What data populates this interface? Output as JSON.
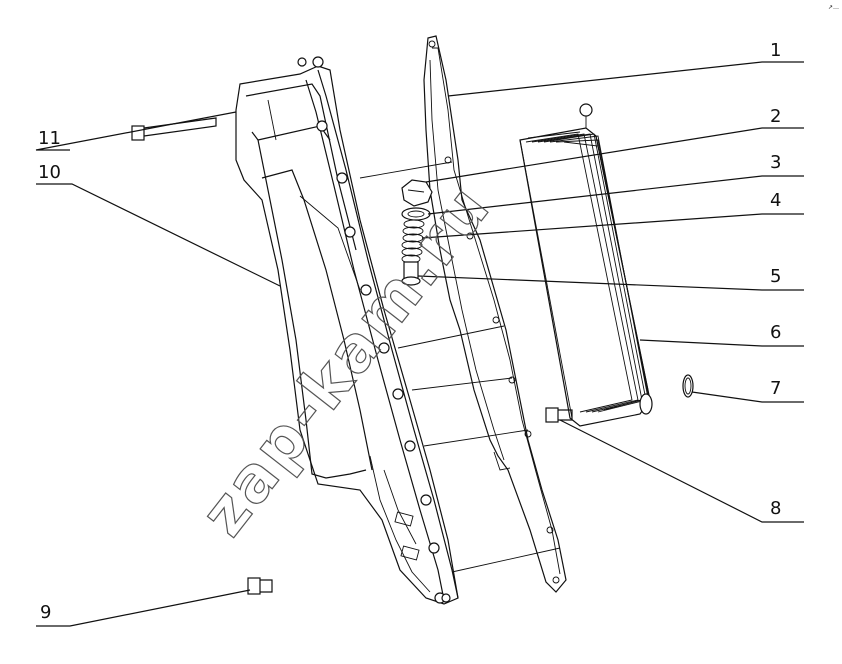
{
  "diagram": {
    "corner_mark": "↗…",
    "watermark": "zap-kam.ru",
    "callouts": [
      "1",
      "2",
      "3",
      "4",
      "5",
      "6",
      "7",
      "8",
      "9",
      "10",
      "11"
    ]
  }
}
